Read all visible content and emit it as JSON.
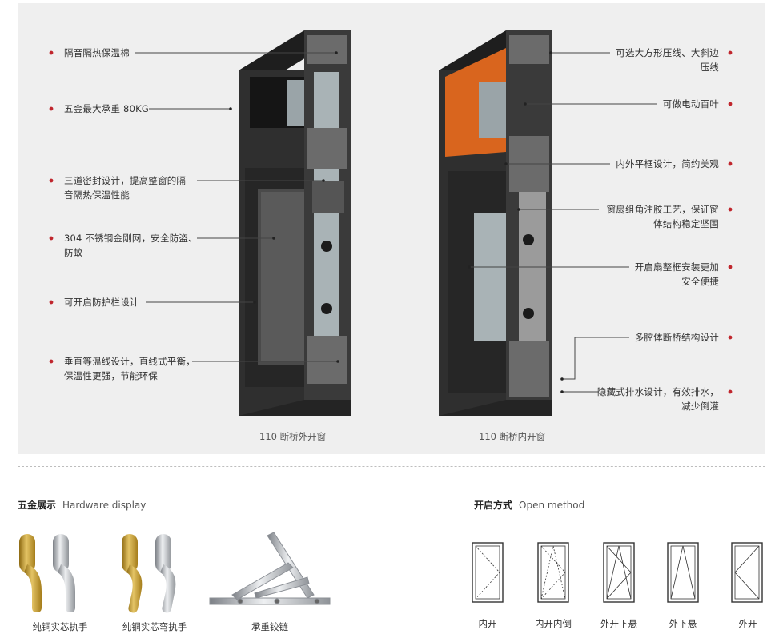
{
  "left_labels": [
    {
      "text": "隔音隔热保温棉"
    },
    {
      "text": "五金最大承重 80KG"
    },
    {
      "text": "三道密封设计，提高整窗的隔\n音隔热保温性能"
    },
    {
      "text": "304 不锈钢金刚网，安全防盗、\n防蚊"
    },
    {
      "text": "可开启防护栏设计"
    },
    {
      "text": "垂直等温线设计，直线式平衡，\n保温性更强，节能环保"
    }
  ],
  "right_labels": [
    {
      "text": "可选大方形压线、大斜边\n压线"
    },
    {
      "text": "可做电动百叶"
    },
    {
      "text": "内外平框设计，简约美观"
    },
    {
      "text": "窗扇组角注胶工艺，保证窗\n体结构稳定坚固"
    },
    {
      "text": "开启扇整框安装更加\n安全便捷"
    },
    {
      "text": "多腔体断桥结构设计"
    },
    {
      "text": "隐藏式排水设计，有效排水，\n减少倒灌"
    }
  ],
  "products": [
    {
      "caption": "110 断桥外开窗"
    },
    {
      "caption": "110 断桥内开窗"
    }
  ],
  "hardware": {
    "title_cn": "五金展示",
    "title_en": "Hardware display",
    "items": [
      {
        "caption": "纯铜实芯执手"
      },
      {
        "caption": "纯铜实芯弯执手"
      },
      {
        "caption": "承重铰链"
      }
    ]
  },
  "open_method": {
    "title_cn": "开启方式",
    "title_en": "Open method",
    "items": [
      {
        "caption": "内开"
      },
      {
        "caption": "内开内倒"
      },
      {
        "caption": "外开下悬"
      },
      {
        "caption": "外下悬"
      },
      {
        "caption": "外开"
      }
    ]
  },
  "colors": {
    "bullet": "#c0262d",
    "panel": "#efefef",
    "frame": "#2b2b2b",
    "accent_orange": "#d9651e",
    "gold": "#c99a2e",
    "silver": "#b9bcc0"
  }
}
